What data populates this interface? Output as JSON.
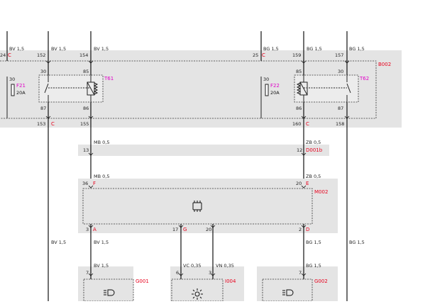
{
  "wire_labels": {
    "w1": "BV 1,5",
    "w2": "BV 1,5",
    "w3": "BV 1,5",
    "w4": "BG 1,5",
    "w5": "BG 1,5",
    "w6": "BG 1,5",
    "w7": "MB 0,5",
    "w8": "ZB 0,5",
    "w9": "MB 0,5",
    "w10": "ZB 0,5",
    "w11": "BV 1,5",
    "w12": "BV 1,5",
    "w13": "BG 1,5",
    "w14": "BG 1,5",
    "w15": "BV 1,5",
    "w16": "VC 0,35",
    "w17": "VN 0,35",
    "w18": "BG 1,5"
  },
  "pins": {
    "p24": "24",
    "p152": "152",
    "p154": "154",
    "p25": "25",
    "p159": "159",
    "p157": "157",
    "r30a": "30",
    "r85a": "85",
    "r87a": "87",
    "r86a": "86",
    "r85b": "85",
    "r30b": "30",
    "r86b": "86",
    "r87b": "87",
    "p153": "153",
    "p155": "155",
    "p160": "160",
    "p158": "158",
    "p13": "13",
    "p12": "12",
    "p36": "36",
    "p20": "20",
    "pA3": "3",
    "p17": "17",
    "p20b": "20",
    "p2": "2",
    "p7a": "7",
    "p6": "6",
    "p3": "3",
    "p7b": "7",
    "f30a": "30",
    "f30b": "30"
  },
  "connector_letters": {
    "c1": "C",
    "c2": "C",
    "c3": "C",
    "c4": "C",
    "c5": "F",
    "c6": "E",
    "c7": "A",
    "c8": "G",
    "c9": "D"
  },
  "components": {
    "F21": "F21",
    "F22": "F22",
    "fuse_a_rating": "20A",
    "fuse_b_rating": "20A",
    "T61": "T61",
    "T62": "T62",
    "B002": "B002",
    "D001b": "D001b",
    "M002": "M002",
    "G001": "G001",
    "I004": "I004",
    "G002": "G002"
  },
  "colors": {
    "connector": "#e8001c",
    "component": "#e000c8",
    "block_fill": "#e4e4e4"
  }
}
